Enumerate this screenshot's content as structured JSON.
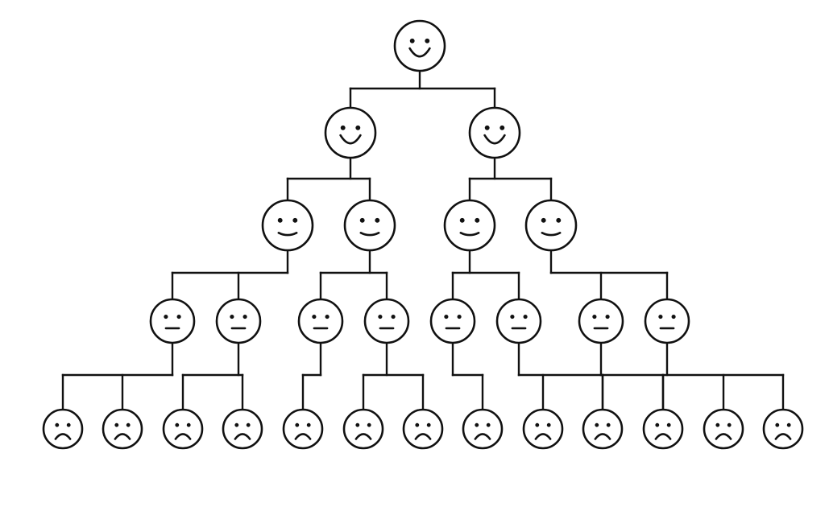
{
  "tree": {
    "expressions": [
      "happy",
      "content",
      "neutral",
      "sad"
    ],
    "levels": [
      {
        "mood": "happy",
        "count": 1
      },
      {
        "mood": "happy",
        "count": 2
      },
      {
        "mood": "content",
        "count": 4
      },
      {
        "mood": "neutral",
        "count": 8
      },
      {
        "mood": "sad",
        "count": 13
      }
    ],
    "edges": [
      {
        "parent": [
          0,
          0
        ],
        "children": [
          [
            1,
            0
          ],
          [
            1,
            1
          ]
        ]
      },
      {
        "parent": [
          1,
          0
        ],
        "children": [
          [
            2,
            0
          ],
          [
            2,
            1
          ]
        ]
      },
      {
        "parent": [
          1,
          1
        ],
        "children": [
          [
            2,
            2
          ],
          [
            2,
            3
          ]
        ]
      },
      {
        "parent": [
          2,
          0
        ],
        "children": [
          [
            3,
            0
          ],
          [
            3,
            1
          ]
        ]
      },
      {
        "parent": [
          2,
          1
        ],
        "children": [
          [
            3,
            2
          ],
          [
            3,
            3
          ]
        ]
      },
      {
        "parent": [
          2,
          2
        ],
        "children": [
          [
            3,
            4
          ],
          [
            3,
            5
          ]
        ]
      },
      {
        "parent": [
          2,
          3
        ],
        "children": [
          [
            3,
            6
          ],
          [
            3,
            7
          ]
        ]
      },
      {
        "parent": [
          3,
          0
        ],
        "children": [
          [
            4,
            0
          ],
          [
            4,
            1
          ]
        ]
      },
      {
        "parent": [
          3,
          1
        ],
        "children": [
          [
            4,
            2
          ],
          [
            4,
            3
          ]
        ]
      },
      {
        "parent": [
          3,
          2
        ],
        "children": [
          [
            4,
            4
          ]
        ]
      },
      {
        "parent": [
          3,
          3
        ],
        "children": [
          [
            4,
            5
          ],
          [
            4,
            6
          ]
        ]
      },
      {
        "parent": [
          3,
          4
        ],
        "children": [
          [
            4,
            7
          ]
        ]
      },
      {
        "parent": [
          3,
          5
        ],
        "children": [
          [
            4,
            8
          ],
          [
            4,
            9
          ],
          [
            4,
            10
          ]
        ]
      },
      {
        "parent": [
          3,
          6
        ],
        "children": [
          [
            4,
            9
          ]
        ]
      },
      {
        "parent": [
          3,
          7
        ],
        "children": [
          [
            4,
            10
          ],
          [
            4,
            11
          ],
          [
            4,
            12
          ]
        ]
      }
    ]
  }
}
